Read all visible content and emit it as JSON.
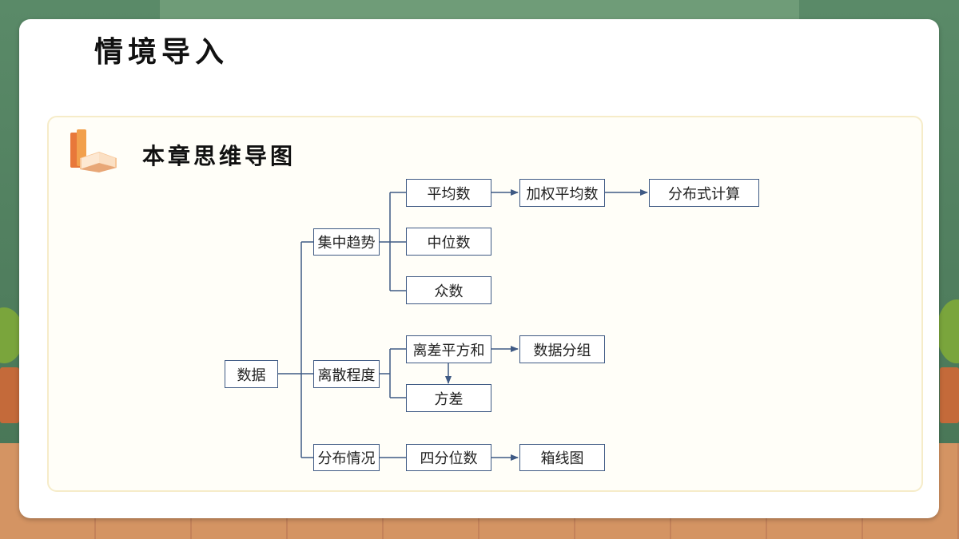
{
  "header": {
    "title": "情境导入"
  },
  "section": {
    "title": "本章思维导图",
    "icon": "book-icon"
  },
  "mindmap": {
    "root": "数据",
    "branches": {
      "central_tendency": "集中趋势",
      "dispersion": "离散程度",
      "distribution": "分布情况"
    },
    "nodes": {
      "mean": "平均数",
      "weighted_mean": "加权平均数",
      "distribution_calc": "分布式计算",
      "median": "中位数",
      "mode": "众数",
      "sum_sq_dev": "离差平方和",
      "data_grouping": "数据分组",
      "variance": "方差",
      "quartile": "四分位数",
      "box_plot": "箱线图"
    }
  },
  "colors": {
    "line": "#3f5a84",
    "panel_border": "#f6ecc9"
  }
}
